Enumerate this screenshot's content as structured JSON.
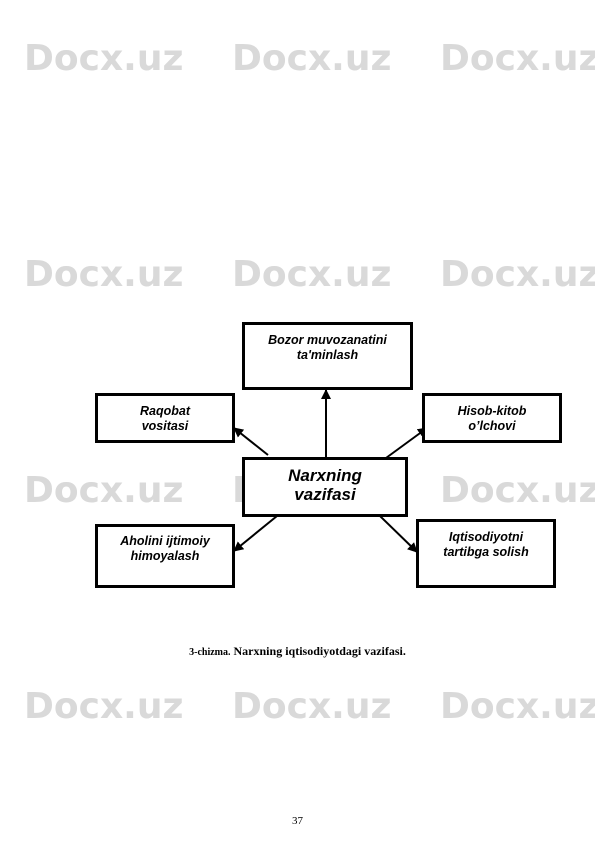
{
  "watermark": "Docx.uz",
  "diagram": {
    "center": {
      "line1": "Narxning",
      "line2": "vazifasi"
    },
    "top": {
      "line1": "Bozor muvozanatini",
      "line2": "ta'minlash"
    },
    "left": {
      "line1": "Raqobat",
      "line2": "vositasi"
    },
    "right": {
      "line1": "Hisob-kitob",
      "line2": "o’lchovi"
    },
    "bottom_left": {
      "line1": "Aholini ijtimoiy",
      "line2": "himoyalash"
    },
    "bottom_right": {
      "line1": "Iqtisodiyotni",
      "line2": "tartibga solish"
    }
  },
  "caption": {
    "number": "3-chizma.",
    "text": "Narxning iqtisodiyotdagi vazifasi."
  },
  "page_number": "37"
}
